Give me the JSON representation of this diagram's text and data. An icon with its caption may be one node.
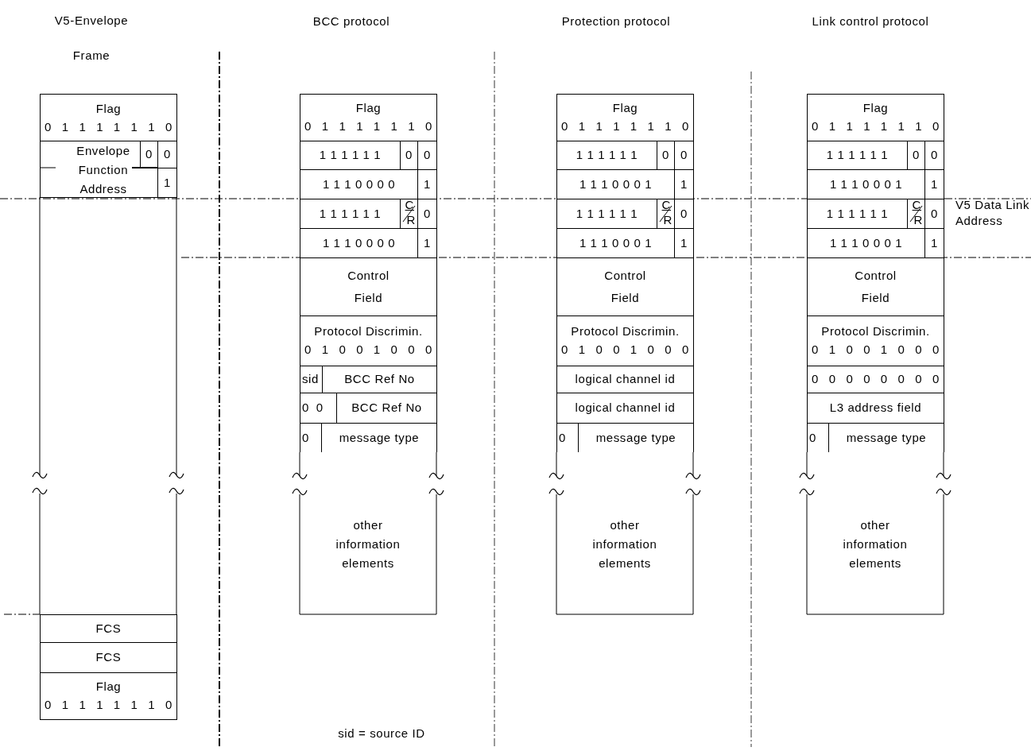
{
  "diagram": {
    "nodes": [
      {
        "text": [
          "Flag",
          "0 1 1 1 1 1 1 0"
        ]
      },
      {
        "text": [
          "Envelope Function Address"
        ]
      },
      {
        "text": [
          "0"
        ],
        "in": 1
      },
      {
        "text": [
          "0"
        ]
      },
      {
        "text": [
          "1"
        ]
      },
      {
        "text": [
          "FCS"
        ]
      },
      {
        "text": [
          "FCS"
        ]
      },
      {
        "text": [
          "Flag",
          "0 1 1 1 1 1 1 0"
        ]
      },
      {
        "text": [
          "Flag",
          "0 1 1 1 1 1 1 0"
        ]
      },
      {
        "text": [
          "1 1 1 1 1 1"
        ]
      },
      {
        "text": [
          "0"
        ]
      },
      {
        "text": [
          "0"
        ]
      },
      {
        "text": [
          "1 1 1 0 0 0 0"
        ]
      },
      {
        "text": [
          "1"
        ]
      },
      {
        "text": [
          "1 1 1 1 1 1"
        ]
      },
      {
        "text": [
          "C",
          "R"
        ]
      },
      {
        "text": [
          "0"
        ]
      },
      {
        "text": [
          "1 1 1 0 0 0 0"
        ]
      },
      {
        "text": [
          "1"
        ]
      },
      {
        "text": [
          "Control Field"
        ]
      },
      {
        "text": [
          "Protocol Discrimin.",
          "0 1 0 0 1 0 0 0"
        ]
      },
      {
        "text": [
          "sid"
        ]
      },
      {
        "text": [
          "BCC Ref No"
        ]
      },
      {
        "text": [
          "0 0"
        ]
      },
      {
        "text": [
          "BCC Ref No"
        ]
      },
      {
        "text": [
          "0"
        ]
      },
      {
        "text": [
          "message type"
        ]
      },
      {
        "text": [
          "other information elements"
        ]
      },
      {
        "text": [
          "Flag",
          "0 1 1 1 1 1 1 0"
        ]
      },
      {
        "text": [
          "1 1 1 1 1 1"
        ]
      },
      {
        "text": [
          "0"
        ]
      },
      {
        "text": [
          "0"
        ]
      },
      {
        "text": [
          "1 1 1 0 0 0 1"
        ]
      },
      {
        "text": [
          "1"
        ]
      },
      {
        "text": [
          "1 1 1 1 1 1"
        ]
      },
      {
        "text": [
          "C",
          "R"
        ]
      },
      {
        "text": [
          "0"
        ]
      },
      {
        "text": [
          "1 1 1 0 0 0 1"
        ]
      },
      {
        "text": [
          "1"
        ]
      },
      {
        "text": [
          "Control Field"
        ]
      },
      {
        "text": [
          "Protocol Discrimin.",
          "0 1 0 0 1 0 0 0"
        ]
      },
      {
        "text": [
          "logical channel id"
        ]
      },
      {
        "text": [
          "logical channel id"
        ]
      },
      {
        "text": [
          "0"
        ]
      },
      {
        "text": [
          "message type"
        ]
      },
      {
        "text": [
          "other information elements"
        ]
      },
      {
        "text": [
          "Flag",
          "0 1 1 1 1 1 1 0"
        ]
      },
      {
        "text": [
          "1 1 1 1 1 1"
        ]
      },
      {
        "text": [
          "0"
        ]
      },
      {
        "text": [
          "0"
        ]
      },
      {
        "text": [
          "1 1 1 0 0 0 1"
        ]
      },
      {
        "text": [
          "1"
        ]
      },
      {
        "text": [
          "1 1 1 1 1 1"
        ]
      },
      {
        "text": [
          "C",
          "R"
        ]
      },
      {
        "text": [
          "0"
        ]
      },
      {
        "text": [
          "1 1 1 0 0 0 1"
        ]
      },
      {
        "text": [
          "1"
        ]
      },
      {
        "text": [
          "Control Field"
        ]
      },
      {
        "text": [
          "Protocol Discrimin.",
          "0 1 0 0 1 0 0 0"
        ]
      },
      {
        "text": [
          "0 0 0 0 0 0 0 0"
        ]
      },
      {
        "text": [
          "L3 address field"
        ]
      },
      {
        "text": [
          "0"
        ]
      },
      {
        "text": [
          "message type"
        ]
      },
      {
        "text": [
          "other information elements"
        ]
      }
    ],
    "labels": [
      "V5-Envelope Frame",
      "BCC protocol",
      "Protection protocol",
      "Link control protocol",
      "V5 Data Link Address",
      "sid = source ID"
    ]
  }
}
